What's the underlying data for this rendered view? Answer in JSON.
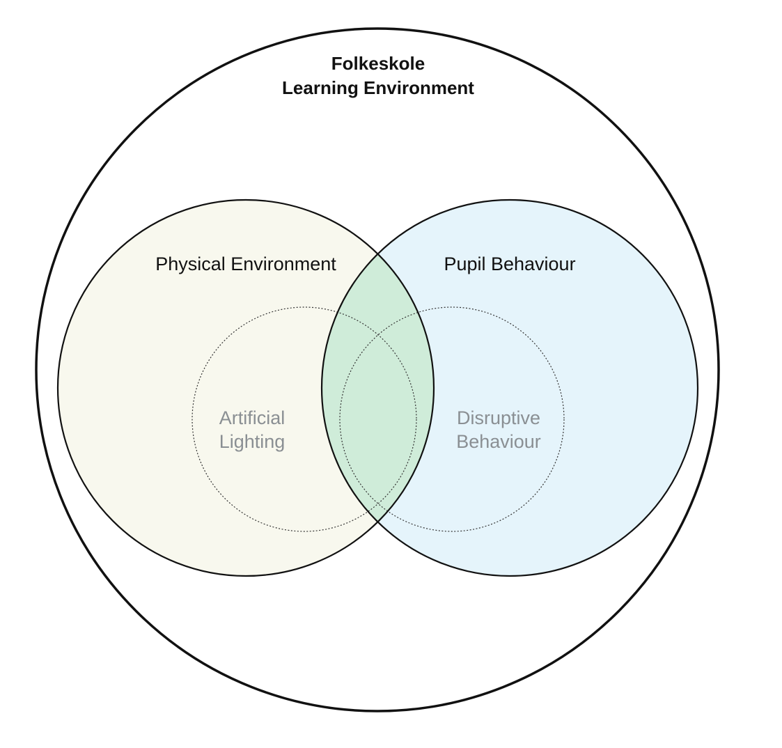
{
  "diagram": {
    "type": "venn",
    "outer": {
      "title_line1": "Folkeskole",
      "title_line2": "Learning Environment"
    },
    "sets": [
      {
        "label": "Physical Environment",
        "fill_color": "#f8f8ee"
      },
      {
        "label": "Pupil Behaviour",
        "fill_color": "#e5f4fb"
      }
    ],
    "intersection": {
      "fill_color": "#cfecd9"
    },
    "subsets": [
      {
        "label_line1": "Artificial",
        "label_line2": "Lighting"
      },
      {
        "label_line1": "Disruptive",
        "label_line2": "Behaviour"
      }
    ],
    "colors": {
      "outline": "#111111",
      "subset_text": "#8a8f93"
    }
  }
}
